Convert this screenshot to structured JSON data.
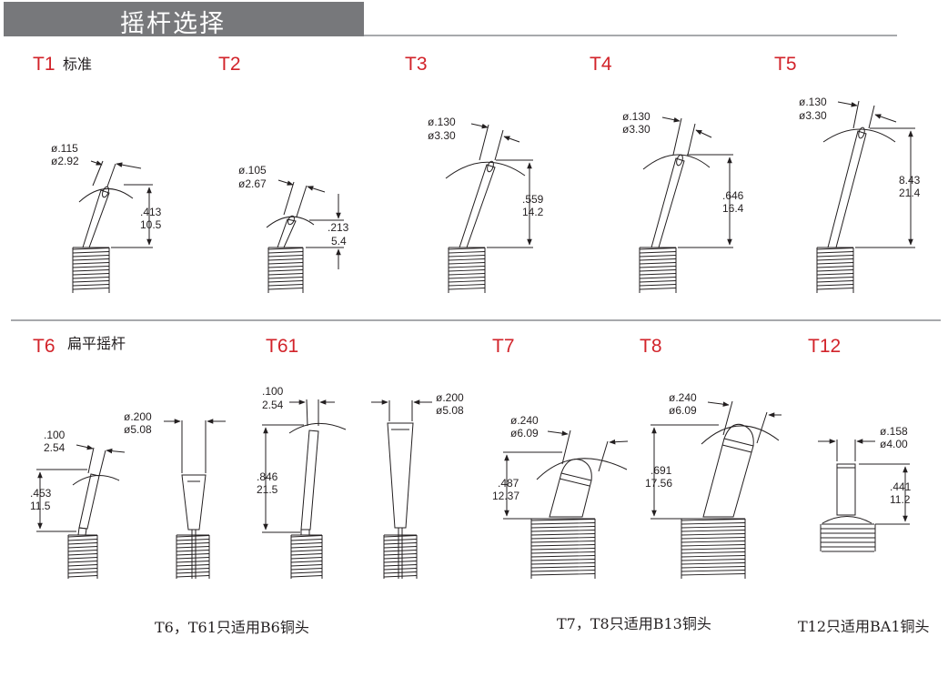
{
  "header": {
    "title": "摇杆选择"
  },
  "types": [
    {
      "id": "T1",
      "label": "T1",
      "note": "标准"
    },
    {
      "id": "T2",
      "label": "T2",
      "note": ""
    },
    {
      "id": "T3",
      "label": "T3",
      "note": ""
    },
    {
      "id": "T4",
      "label": "T4",
      "note": ""
    },
    {
      "id": "T5",
      "label": "T5",
      "note": ""
    },
    {
      "id": "T6",
      "label": "T6",
      "note": "扁平摇杆"
    },
    {
      "id": "T61",
      "label": "T61",
      "note": ""
    },
    {
      "id": "T7",
      "label": "T7",
      "note": ""
    },
    {
      "id": "T8",
      "label": "T8",
      "note": ""
    },
    {
      "id": "T12",
      "label": "T12",
      "note": ""
    }
  ],
  "dims": {
    "t1": {
      "dia_in": "ø.115",
      "dia_mm": "ø2.92",
      "len_in": ".413",
      "len_mm": "10.5"
    },
    "t2": {
      "dia_in": "ø.105",
      "dia_mm": "ø2.67",
      "len_in": ".213",
      "len_mm": "5.4"
    },
    "t3": {
      "dia_in": "ø.130",
      "dia_mm": "ø3.30",
      "len_in": ".559",
      "len_mm": "14.2"
    },
    "t4": {
      "dia_in": "ø.130",
      "dia_mm": "ø3.30",
      "len_in": ".646",
      "len_mm": "16.4"
    },
    "t5": {
      "dia_in": "ø.130",
      "dia_mm": "ø3.30",
      "len_in": "8.43",
      "len_mm": "21.4"
    },
    "t6": {
      "wid_in": ".100",
      "wid_mm": "2.54",
      "len_in": ".453",
      "len_mm": "11.5"
    },
    "t6b": {
      "dia_in": "ø.200",
      "dia_mm": "ø5.08"
    },
    "t61": {
      "wid_in": ".100",
      "wid_mm": "2.54",
      "len_in": ".846",
      "len_mm": "21.5"
    },
    "t61b": {
      "dia_in": "ø.200",
      "dia_mm": "ø5.08"
    },
    "t7": {
      "dia_in": "ø.240",
      "dia_mm": "ø6.09",
      "len_in": ".487",
      "len_mm": "12.37"
    },
    "t8": {
      "dia_in": "ø.240",
      "dia_mm": "ø6.09",
      "len_in": ".691",
      "len_mm": "17.56"
    },
    "t12": {
      "dia_in": "ø.158",
      "dia_mm": "ø4.00",
      "len_in": ".441",
      "len_mm": "11.2"
    }
  },
  "captions": {
    "t6_t61": "T6，T61只适用B6铜头",
    "t7_t8": "T7，T8只适用B13铜头",
    "t12": "T12只适用BA1铜头"
  }
}
